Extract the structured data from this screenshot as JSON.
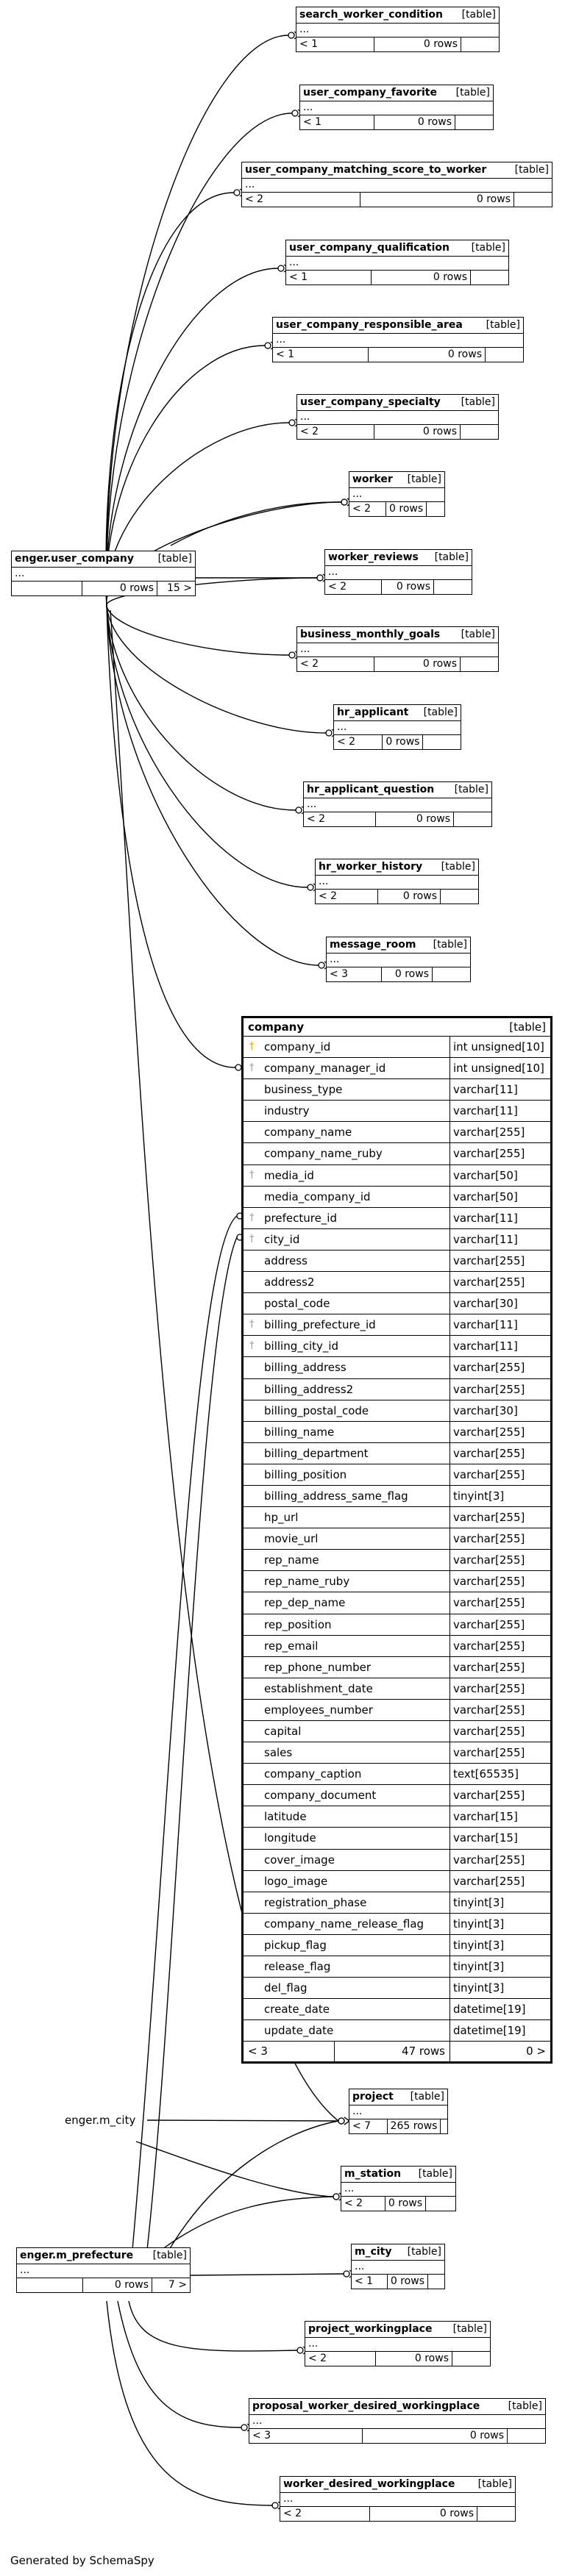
{
  "tables": {
    "search_worker_condition": {
      "name": "search_worker_condition",
      "tag": "[table]",
      "dots": "...",
      "ft1": "< 1",
      "ft2": "0 rows",
      "ft3": ""
    },
    "user_company_favorite": {
      "name": "user_company_favorite",
      "tag": "[table]",
      "dots": "...",
      "ft1": "< 1",
      "ft2": "0 rows",
      "ft3": ""
    },
    "user_company_matching_score_to_worker": {
      "name": "user_company_matching_score_to_worker",
      "tag": "[table]",
      "dots": "...",
      "ft1": "< 2",
      "ft2": "0 rows",
      "ft3": ""
    },
    "user_company_qualification": {
      "name": "user_company_qualification",
      "tag": "[table]",
      "dots": "...",
      "ft1": "< 1",
      "ft2": "0 rows",
      "ft3": ""
    },
    "user_company_responsible_area": {
      "name": "user_company_responsible_area",
      "tag": "[table]",
      "dots": "...",
      "ft1": "< 1",
      "ft2": "0 rows",
      "ft3": ""
    },
    "user_company_specialty": {
      "name": "user_company_specialty",
      "tag": "[table]",
      "dots": "...",
      "ft1": "< 2",
      "ft2": "0 rows",
      "ft3": ""
    },
    "worker": {
      "name": "worker",
      "tag": "[table]",
      "dots": "...",
      "ft1": "< 2",
      "ft2": "0 rows",
      "ft3": ""
    },
    "enger_user_company": {
      "name": "enger.user_company",
      "tag": "[table]",
      "dots": "...",
      "ft1": "",
      "ft2": "0 rows",
      "ft3": "15 >"
    },
    "worker_reviews": {
      "name": "worker_reviews",
      "tag": "[table]",
      "dots": "...",
      "ft1": "< 2",
      "ft2": "0 rows",
      "ft3": ""
    },
    "business_monthly_goals": {
      "name": "business_monthly_goals",
      "tag": "[table]",
      "dots": "...",
      "ft1": "< 2",
      "ft2": "0 rows",
      "ft3": ""
    },
    "hr_applicant": {
      "name": "hr_applicant",
      "tag": "[table]",
      "dots": "...",
      "ft1": "< 2",
      "ft2": "0 rows",
      "ft3": ""
    },
    "hr_applicant_question": {
      "name": "hr_applicant_question",
      "tag": "[table]",
      "dots": "...",
      "ft1": "< 2",
      "ft2": "0 rows",
      "ft3": ""
    },
    "hr_worker_history": {
      "name": "hr_worker_history",
      "tag": "[table]",
      "dots": "...",
      "ft1": "< 2",
      "ft2": "0 rows",
      "ft3": ""
    },
    "message_room": {
      "name": "message_room",
      "tag": "[table]",
      "dots": "...",
      "ft1": "< 3",
      "ft2": "0 rows",
      "ft3": ""
    },
    "project": {
      "name": "project",
      "tag": "[table]",
      "dots": "...",
      "ft1": "< 7",
      "ft2": "265 rows",
      "ft3": ""
    },
    "m_station": {
      "name": "m_station",
      "tag": "[table]",
      "dots": "...",
      "ft1": "< 2",
      "ft2": "0 rows",
      "ft3": ""
    },
    "enger_m_prefecture": {
      "name": "enger.m_prefecture",
      "tag": "[table]",
      "dots": "...",
      "ft1": "",
      "ft2": "0 rows",
      "ft3": "7 >"
    },
    "m_city": {
      "name": "m_city",
      "tag": "[table]",
      "dots": "...",
      "ft1": "< 1",
      "ft2": "0 rows",
      "ft3": ""
    },
    "project_workingplace": {
      "name": "project_workingplace",
      "tag": "[table]",
      "dots": "...",
      "ft1": "< 2",
      "ft2": "0 rows",
      "ft3": ""
    },
    "proposal_worker_desired_workingplace": {
      "name": "proposal_worker_desired_workingplace",
      "tag": "[table]",
      "dots": "...",
      "ft1": "< 3",
      "ft2": "0 rows",
      "ft3": ""
    },
    "worker_desired_workingplace": {
      "name": "worker_desired_workingplace",
      "tag": "[table]",
      "dots": "...",
      "ft1": "< 2",
      "ft2": "0 rows",
      "ft3": ""
    }
  },
  "company": {
    "name": "company",
    "tag": "[table]",
    "columns": [
      {
        "name": "company_id",
        "type": "int unsigned[10]",
        "key": "pk"
      },
      {
        "name": "company_manager_id",
        "type": "int unsigned[10]",
        "key": "fk"
      },
      {
        "name": "business_type",
        "type": "varchar[11]",
        "key": ""
      },
      {
        "name": "industry",
        "type": "varchar[11]",
        "key": ""
      },
      {
        "name": "company_name",
        "type": "varchar[255]",
        "key": ""
      },
      {
        "name": "company_name_ruby",
        "type": "varchar[255]",
        "key": ""
      },
      {
        "name": "media_id",
        "type": "varchar[50]",
        "key": "fk"
      },
      {
        "name": "media_company_id",
        "type": "varchar[50]",
        "key": ""
      },
      {
        "name": "prefecture_id",
        "type": "varchar[11]",
        "key": "fk"
      },
      {
        "name": "city_id",
        "type": "varchar[11]",
        "key": "fk"
      },
      {
        "name": "address",
        "type": "varchar[255]",
        "key": ""
      },
      {
        "name": "address2",
        "type": "varchar[255]",
        "key": ""
      },
      {
        "name": "postal_code",
        "type": "varchar[30]",
        "key": ""
      },
      {
        "name": "billing_prefecture_id",
        "type": "varchar[11]",
        "key": "fk"
      },
      {
        "name": "billing_city_id",
        "type": "varchar[11]",
        "key": "fk"
      },
      {
        "name": "billing_address",
        "type": "varchar[255]",
        "key": ""
      },
      {
        "name": "billing_address2",
        "type": "varchar[255]",
        "key": ""
      },
      {
        "name": "billing_postal_code",
        "type": "varchar[30]",
        "key": ""
      },
      {
        "name": "billing_name",
        "type": "varchar[255]",
        "key": ""
      },
      {
        "name": "billing_department",
        "type": "varchar[255]",
        "key": ""
      },
      {
        "name": "billing_position",
        "type": "varchar[255]",
        "key": ""
      },
      {
        "name": "billing_address_same_flag",
        "type": "tinyint[3]",
        "key": ""
      },
      {
        "name": "hp_url",
        "type": "varchar[255]",
        "key": ""
      },
      {
        "name": "movie_url",
        "type": "varchar[255]",
        "key": ""
      },
      {
        "name": "rep_name",
        "type": "varchar[255]",
        "key": ""
      },
      {
        "name": "rep_name_ruby",
        "type": "varchar[255]",
        "key": ""
      },
      {
        "name": "rep_dep_name",
        "type": "varchar[255]",
        "key": ""
      },
      {
        "name": "rep_position",
        "type": "varchar[255]",
        "key": ""
      },
      {
        "name": "rep_email",
        "type": "varchar[255]",
        "key": ""
      },
      {
        "name": "rep_phone_number",
        "type": "varchar[255]",
        "key": ""
      },
      {
        "name": "establishment_date",
        "type": "varchar[255]",
        "key": ""
      },
      {
        "name": "employees_number",
        "type": "varchar[255]",
        "key": ""
      },
      {
        "name": "capital",
        "type": "varchar[255]",
        "key": ""
      },
      {
        "name": "sales",
        "type": "varchar[255]",
        "key": ""
      },
      {
        "name": "company_caption",
        "type": "text[65535]",
        "key": ""
      },
      {
        "name": "company_document",
        "type": "varchar[255]",
        "key": ""
      },
      {
        "name": "latitude",
        "type": "varchar[15]",
        "key": ""
      },
      {
        "name": "longitude",
        "type": "varchar[15]",
        "key": ""
      },
      {
        "name": "cover_image",
        "type": "varchar[255]",
        "key": ""
      },
      {
        "name": "logo_image",
        "type": "varchar[255]",
        "key": ""
      },
      {
        "name": "registration_phase",
        "type": "tinyint[3]",
        "key": ""
      },
      {
        "name": "company_name_release_flag",
        "type": "tinyint[3]",
        "key": ""
      },
      {
        "name": "pickup_flag",
        "type": "tinyint[3]",
        "key": ""
      },
      {
        "name": "release_flag",
        "type": "tinyint[3]",
        "key": ""
      },
      {
        "name": "del_flag",
        "type": "tinyint[3]",
        "key": ""
      },
      {
        "name": "create_date",
        "type": "datetime[19]",
        "key": ""
      },
      {
        "name": "update_date",
        "type": "datetime[19]",
        "key": ""
      }
    ],
    "ft1": "< 3",
    "ft2": "47 rows",
    "ft3": "0 >"
  },
  "labels": {
    "m_city_plain": "enger.m_city",
    "generated_by": "Generated by SchemaSpy"
  }
}
